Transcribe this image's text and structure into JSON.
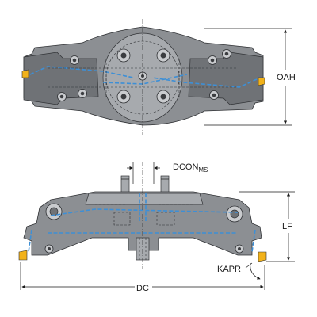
{
  "labels": {
    "oah": "OAH",
    "dcon_main": "DCON",
    "dcon_sub": "MS",
    "lf": "LF",
    "kapr": "KAPR",
    "dc": "DC"
  },
  "colors": {
    "body": "#8c8f93",
    "coolant_channel": "#3d8fd6",
    "insert": "#f2b21a",
    "dimension": "#1a1a1a"
  }
}
